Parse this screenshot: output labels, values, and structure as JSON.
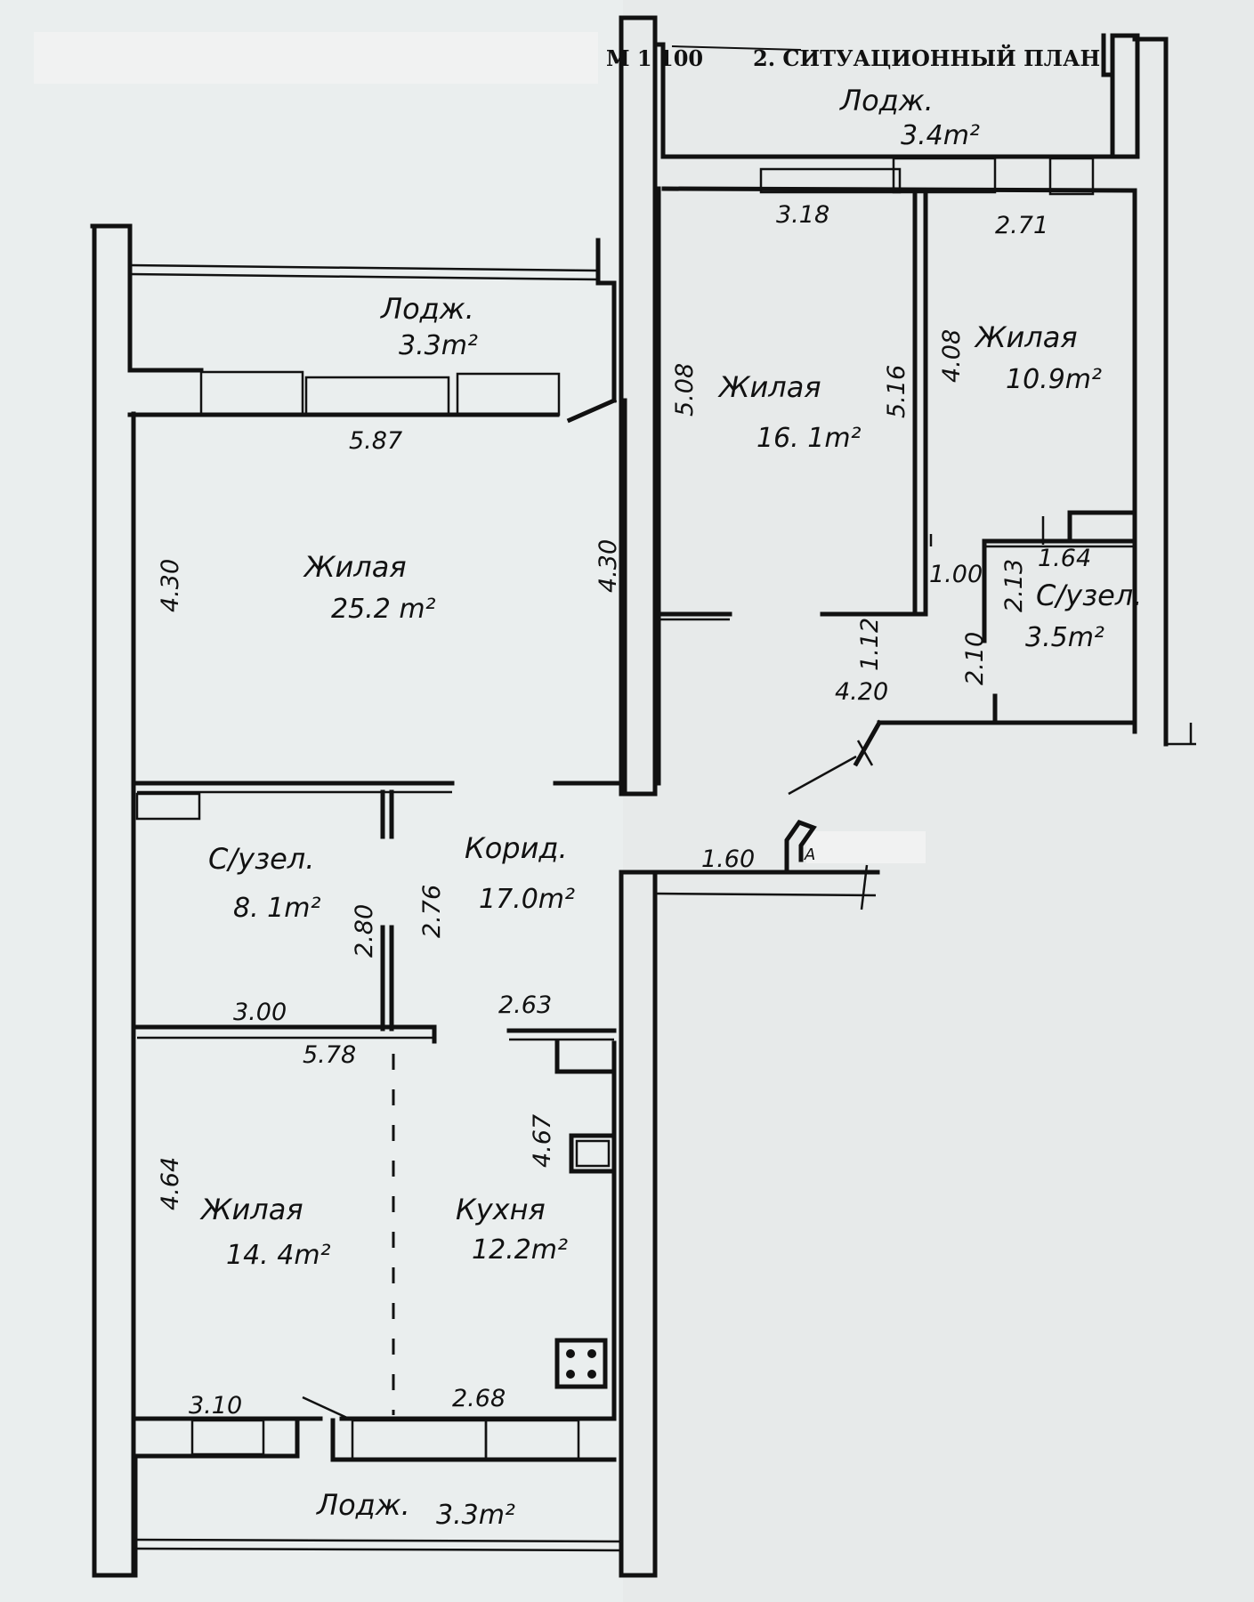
{
  "header": {
    "scale_prefix": "M 1",
    "scale_value": "100",
    "title": "2. СИТУАЦИОННЫЙ ПЛАН"
  },
  "rooms": {
    "loggia_top_right": {
      "name": "Лодж.",
      "area": "3.4m²"
    },
    "loggia_top_left": {
      "name": "Лодж.",
      "area": "3.3m²"
    },
    "living_25": {
      "name": "Жилая",
      "area": "25.2 m²"
    },
    "living_16": {
      "name": "Жилая",
      "area": "16. 1m²"
    },
    "living_10": {
      "name": "Жилая",
      "area": "10.9m²"
    },
    "bath_small": {
      "name": "С/узел.",
      "area": "3.5m²"
    },
    "bath_big": {
      "name": "С/узел.",
      "area": "8. 1m²"
    },
    "corridor": {
      "name": "Корид.",
      "area": "17.0m²"
    },
    "living_14": {
      "name": "Жилая",
      "area": "14. 4m²"
    },
    "kitchen": {
      "name": "Кухня",
      "area": "12.2m²"
    },
    "loggia_bottom": {
      "name": "Лодж.",
      "area": "3.3m²"
    }
  },
  "dimensions": {
    "d318": "3.18",
    "d271": "2.71",
    "d508": "5.08",
    "d516": "5.16",
    "d408": "4.08",
    "d587": "5.87",
    "d430l": "4.30",
    "d430r": "4.30",
    "d164": "1.64",
    "d100": "1.00",
    "d213": "2.13",
    "d210": "2.10",
    "d112": "1.12",
    "d420": "4.20",
    "d160": "1.60",
    "d280": "2.80",
    "d276": "2.76",
    "d300": "3.00",
    "d263": "2.63",
    "d578": "5.78",
    "d464": "4.64",
    "d467": "4.67",
    "d310": "3.10",
    "d268": "2.68"
  },
  "entrance_marker": "A"
}
